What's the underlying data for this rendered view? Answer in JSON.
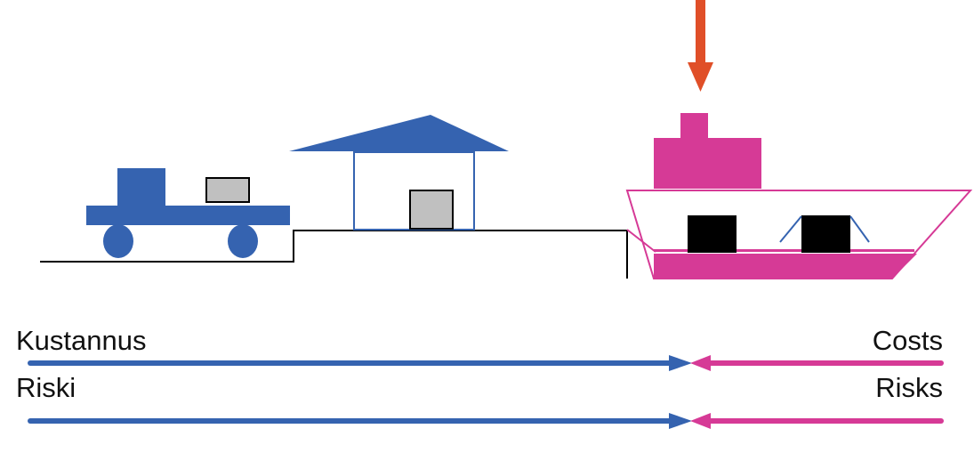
{
  "labels": {
    "cost_fi": "Kustannus",
    "risk_fi": "Riski",
    "cost_en": "Costs",
    "risk_en": "Risks"
  },
  "colors": {
    "seller_blue": "#3563b0",
    "buyer_magenta": "#d63a96",
    "transfer_arrow_orange": "#e04f28",
    "cargo_gray": "#c0c0c0",
    "cargo_black": "#000000",
    "ground_line": "#000000"
  },
  "icons": {
    "truck": "truck-icon",
    "warehouse": "warehouse-icon",
    "ship": "ship-icon",
    "transfer_point": "down-arrow-icon"
  }
}
